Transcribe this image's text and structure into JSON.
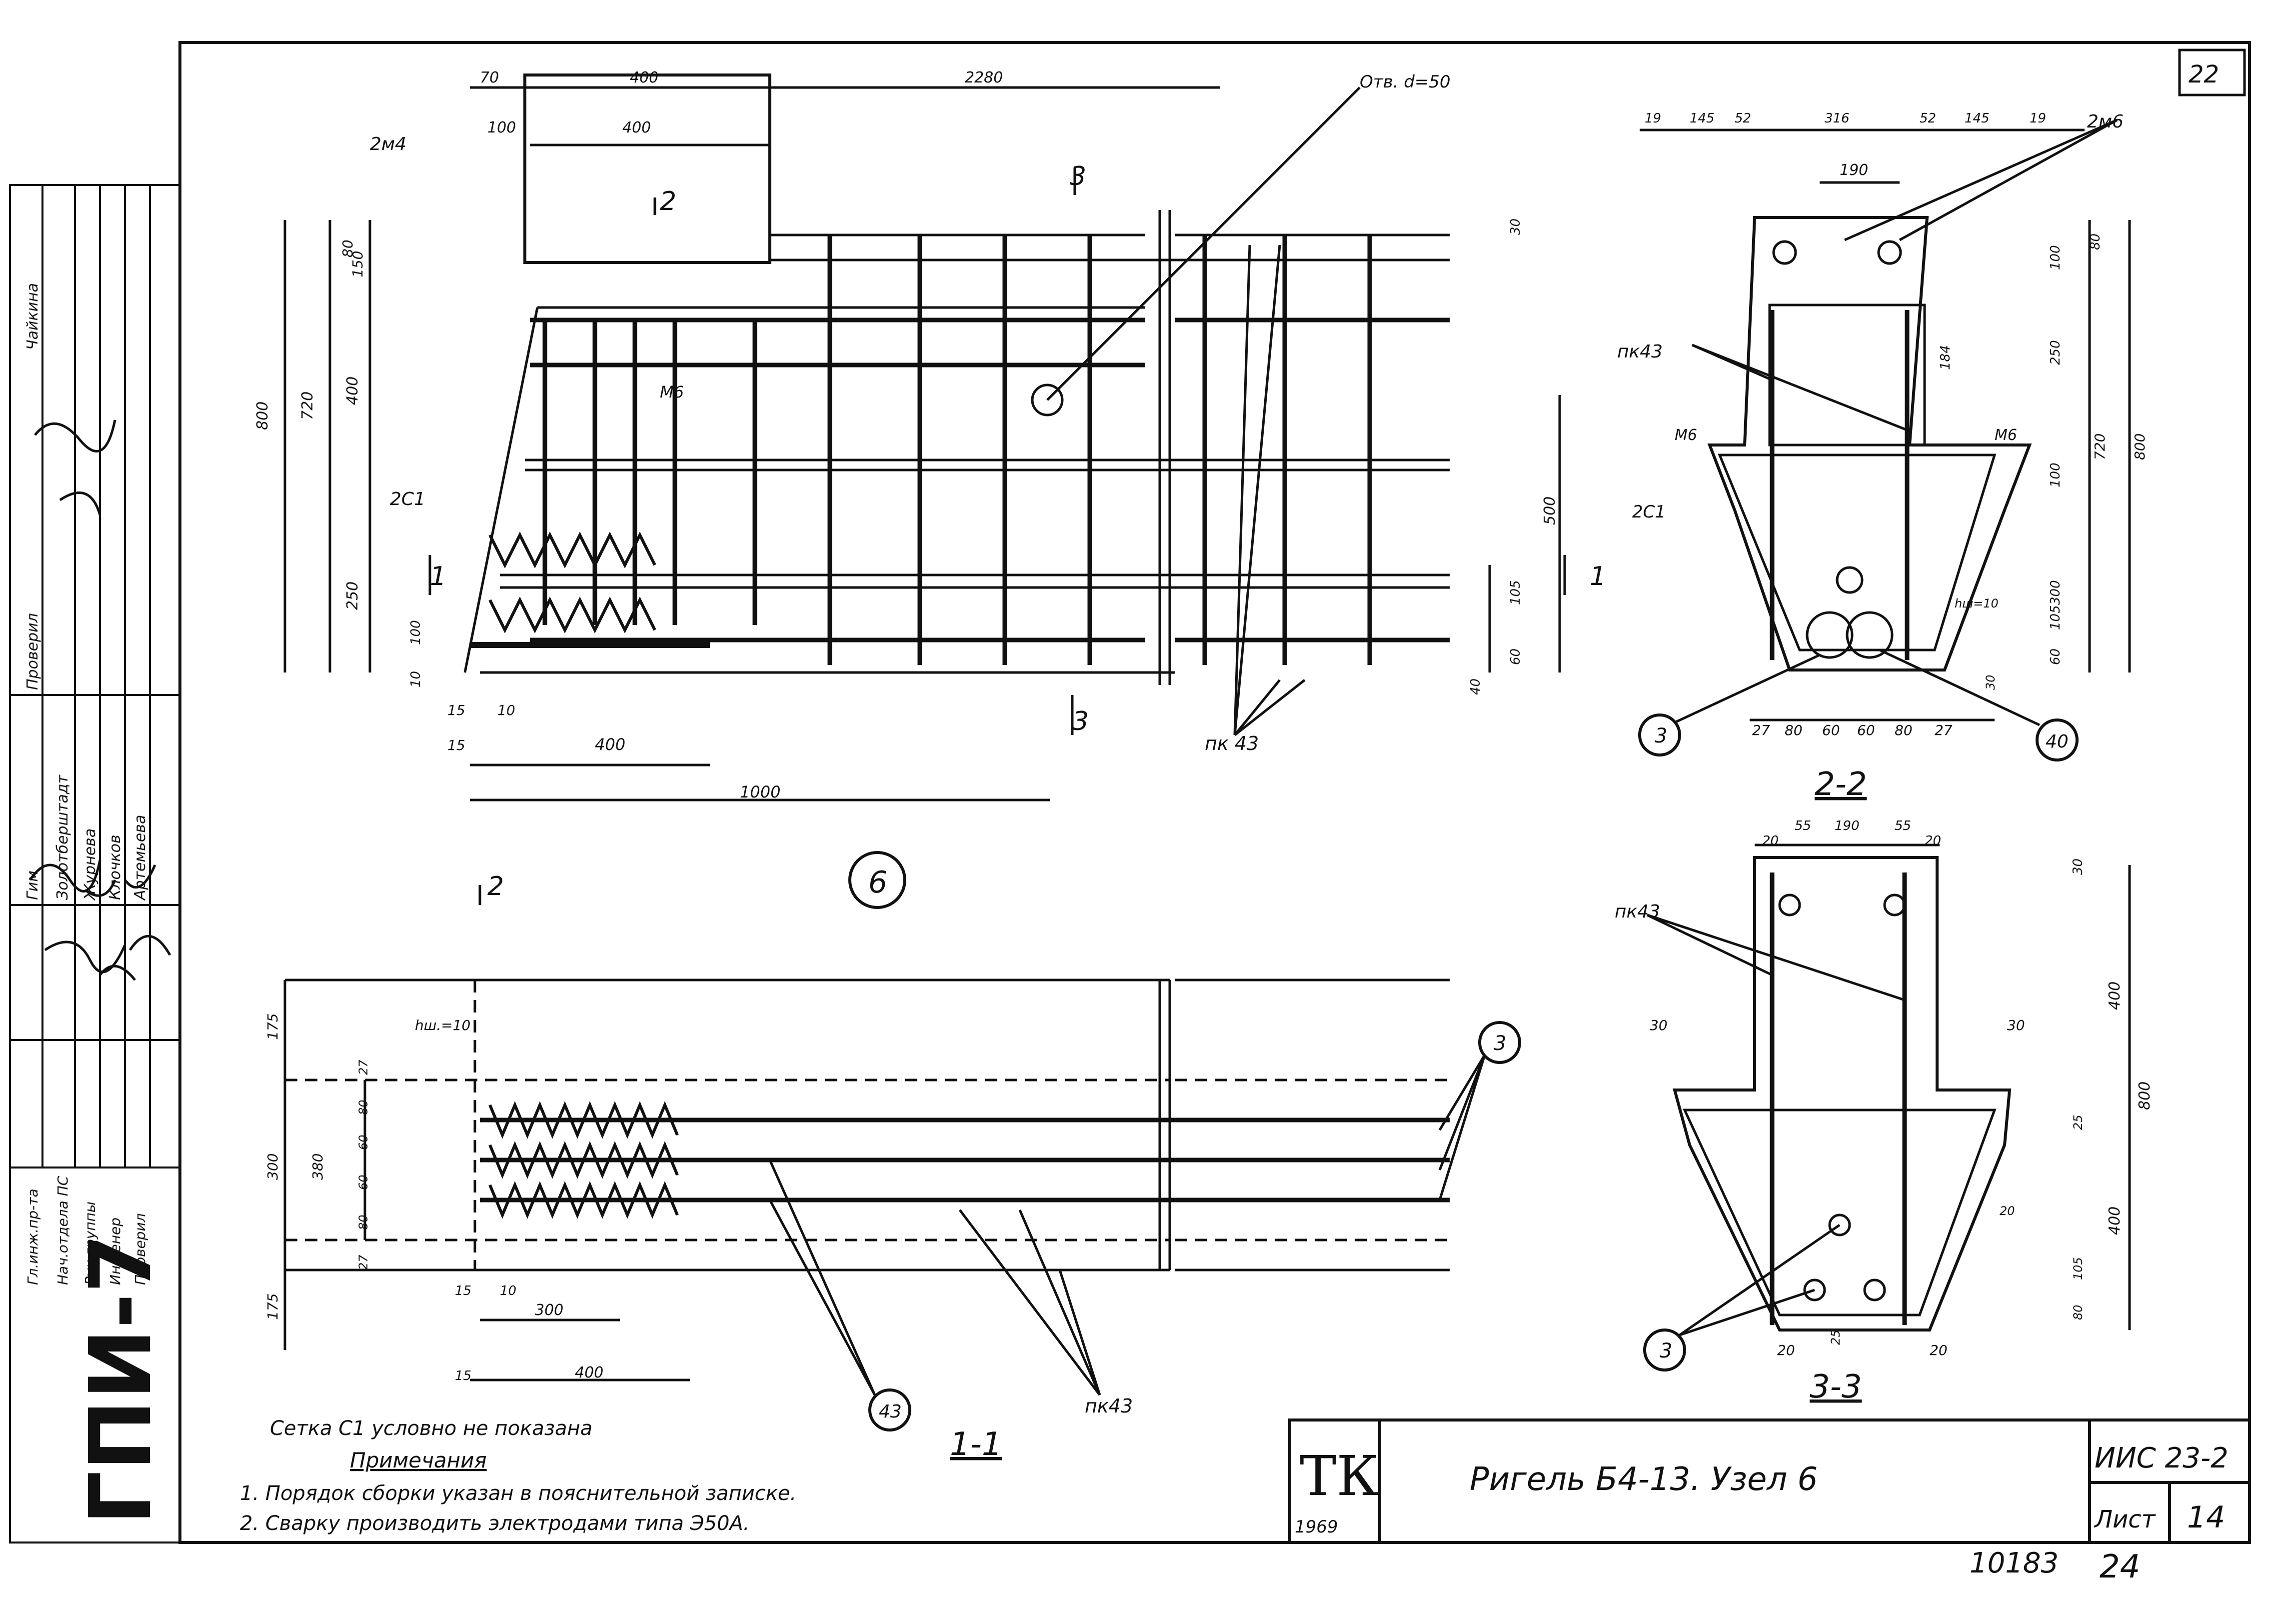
{
  "sheet_code": "ГПИ-7",
  "sheet_mark": "22",
  "stamp": {
    "roles": [
      "Гл.инж.пр-та",
      "Нач.отдела ПС",
      "Рук.группы",
      "Инженер",
      "Проверил"
    ],
    "names": [
      "Гим",
      "Золотберштадт",
      "Журнева",
      "Клочков",
      "Артемьева"
    ],
    "top_roles": [
      "Проверил",
      "Чайкина"
    ]
  },
  "view_main": {
    "dims_top": [
      "70",
      "400",
      "2280",
      "100",
      "400"
    ],
    "dims_left": [
      "800",
      "720",
      "80",
      "150",
      "400",
      "250",
      "100",
      "10"
    ],
    "dims_right": [
      "500",
      "105",
      "60",
      "40",
      "30"
    ],
    "dims_bottom": [
      "15",
      "10",
      "15",
      "400",
      "1000"
    ],
    "labels": {
      "mark_2m4": "2м4",
      "mark_m6": "М6",
      "mark_2c1": "2С1",
      "hole": "Отв. d=50",
      "pk43": "пк 43"
    },
    "section_marks": [
      "2",
      "3",
      "1",
      "1",
      "3",
      "2"
    ],
    "node_number": "6"
  },
  "view_2_2": {
    "title": "2-2",
    "dims_top": [
      "19",
      "145",
      "52",
      "316",
      "52",
      "145",
      "19"
    ],
    "dim_190": "190",
    "dims_right": [
      "80",
      "100",
      "720",
      "800",
      "250",
      "184",
      "100",
      "300",
      "105",
      "60",
      "30"
    ],
    "dims_bottom": [
      "27",
      "80",
      "60",
      "60",
      "80",
      "27"
    ],
    "labels": {
      "mark_2m6": "2м6",
      "pk43": "пк43",
      "m6_left": "М6",
      "m6_right": "М6",
      "c1": "2С1",
      "hsh": "hш=10"
    },
    "callouts": [
      "3",
      "40"
    ]
  },
  "view_3_3": {
    "title": "3-3",
    "dims_top": [
      "20",
      "55",
      "190",
      "55",
      "20"
    ],
    "dims_side": [
      "30",
      "30",
      "30",
      "400",
      "800",
      "25",
      "20",
      "400",
      "105",
      "80"
    ],
    "dims_bottom": [
      "20",
      "25",
      "20"
    ],
    "labels": {
      "pk43": "пк43"
    },
    "callouts": [
      "3"
    ]
  },
  "view_1_1": {
    "title": "1-1",
    "dims_left": [
      "175",
      "300",
      "175",
      "27",
      "80",
      "60",
      "60",
      "80",
      "27",
      "380"
    ],
    "dims_bottom": [
      "15",
      "10",
      "300",
      "15",
      "400"
    ],
    "labels": {
      "hsh": "hш.=10",
      "pk43": "пк43"
    },
    "callouts": [
      "3",
      "43"
    ]
  },
  "notes": {
    "mesh_note": "Сетка С1 условно не показана",
    "heading": "Примечания",
    "items": [
      "1. Порядок сборки указан в пояснительной записке.",
      "2. Сварку производить электродами типа Э50А."
    ]
  },
  "title_block": {
    "logo": "ТК",
    "year": "1969",
    "title": "Ригель Б4-13. Узел 6",
    "series": "ИИС 23-2",
    "sheet_label": "Лист",
    "sheet_no": "14"
  },
  "footer": {
    "archive_no": "10183",
    "page_no": "24"
  }
}
